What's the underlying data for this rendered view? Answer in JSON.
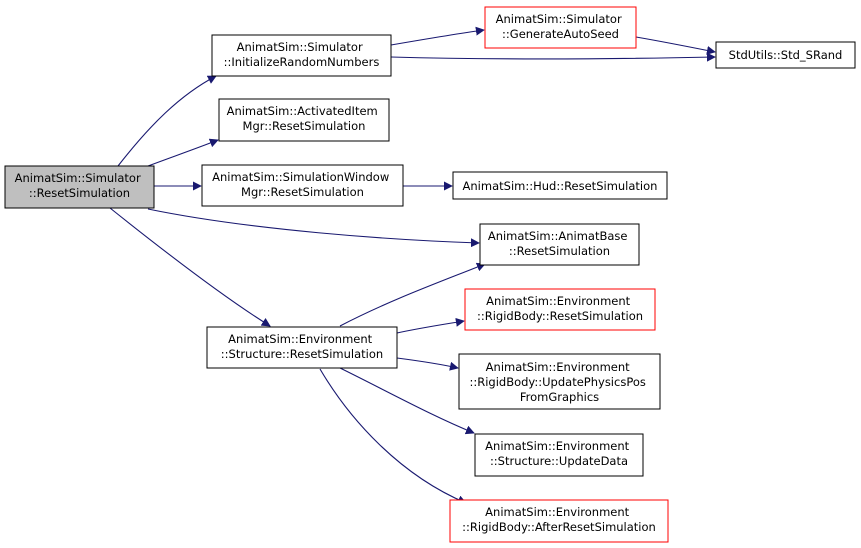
{
  "colors": {
    "edge": "#191970",
    "border_default": "#000000",
    "border_truncated": "#ff0000",
    "root_fill": "#bfbfbf",
    "node_fill": "#ffffff"
  },
  "nodes": {
    "reset_sim": {
      "lines": [
        "AnimatSim::Simulator",
        "::ResetSimulation"
      ],
      "style": "root"
    },
    "init_random": {
      "lines": [
        "AnimatSim::Simulator",
        "::InitializeRandomNumbers"
      ],
      "style": "normal"
    },
    "gen_seed": {
      "lines": [
        "AnimatSim::Simulator",
        "::GenerateAutoSeed"
      ],
      "style": "truncated"
    },
    "std_srand": {
      "lines": [
        "StdUtils::Std_SRand"
      ],
      "style": "normal"
    },
    "activated_mgr": {
      "lines": [
        "AnimatSim::ActivatedItem",
        "Mgr::ResetSimulation"
      ],
      "style": "normal"
    },
    "simwin_mgr": {
      "lines": [
        "AnimatSim::SimulationWindow",
        "Mgr::ResetSimulation"
      ],
      "style": "normal"
    },
    "hud_reset": {
      "lines": [
        "AnimatSim::Hud::ResetSimulation"
      ],
      "style": "normal"
    },
    "animatbase_reset": {
      "lines": [
        "AnimatSim::AnimatBase",
        "::ResetSimulation"
      ],
      "style": "normal"
    },
    "structure_reset": {
      "lines": [
        "AnimatSim::Environment",
        "::Structure::ResetSimulation"
      ],
      "style": "normal"
    },
    "rigid_reset": {
      "lines": [
        "AnimatSim::Environment",
        "::RigidBody::ResetSimulation"
      ],
      "style": "truncated"
    },
    "rigid_update": {
      "lines": [
        "AnimatSim::Environment",
        "::RigidBody::UpdatePhysicsPos",
        "FromGraphics"
      ],
      "style": "normal"
    },
    "structure_update": {
      "lines": [
        "AnimatSim::Environment",
        "::Structure::UpdateData"
      ],
      "style": "normal"
    },
    "rigid_after": {
      "lines": [
        "AnimatSim::Environment",
        "::RigidBody::AfterResetSimulation"
      ],
      "style": "truncated"
    }
  },
  "edges": [
    [
      "reset_sim",
      "init_random"
    ],
    [
      "reset_sim",
      "activated_mgr"
    ],
    [
      "reset_sim",
      "simwin_mgr"
    ],
    [
      "reset_sim",
      "animatbase_reset"
    ],
    [
      "reset_sim",
      "structure_reset"
    ],
    [
      "init_random",
      "gen_seed"
    ],
    [
      "init_random",
      "std_srand"
    ],
    [
      "gen_seed",
      "std_srand"
    ],
    [
      "simwin_mgr",
      "hud_reset"
    ],
    [
      "structure_reset",
      "animatbase_reset"
    ],
    [
      "structure_reset",
      "rigid_reset"
    ],
    [
      "structure_reset",
      "rigid_update"
    ],
    [
      "structure_reset",
      "structure_update"
    ],
    [
      "structure_reset",
      "rigid_after"
    ]
  ]
}
